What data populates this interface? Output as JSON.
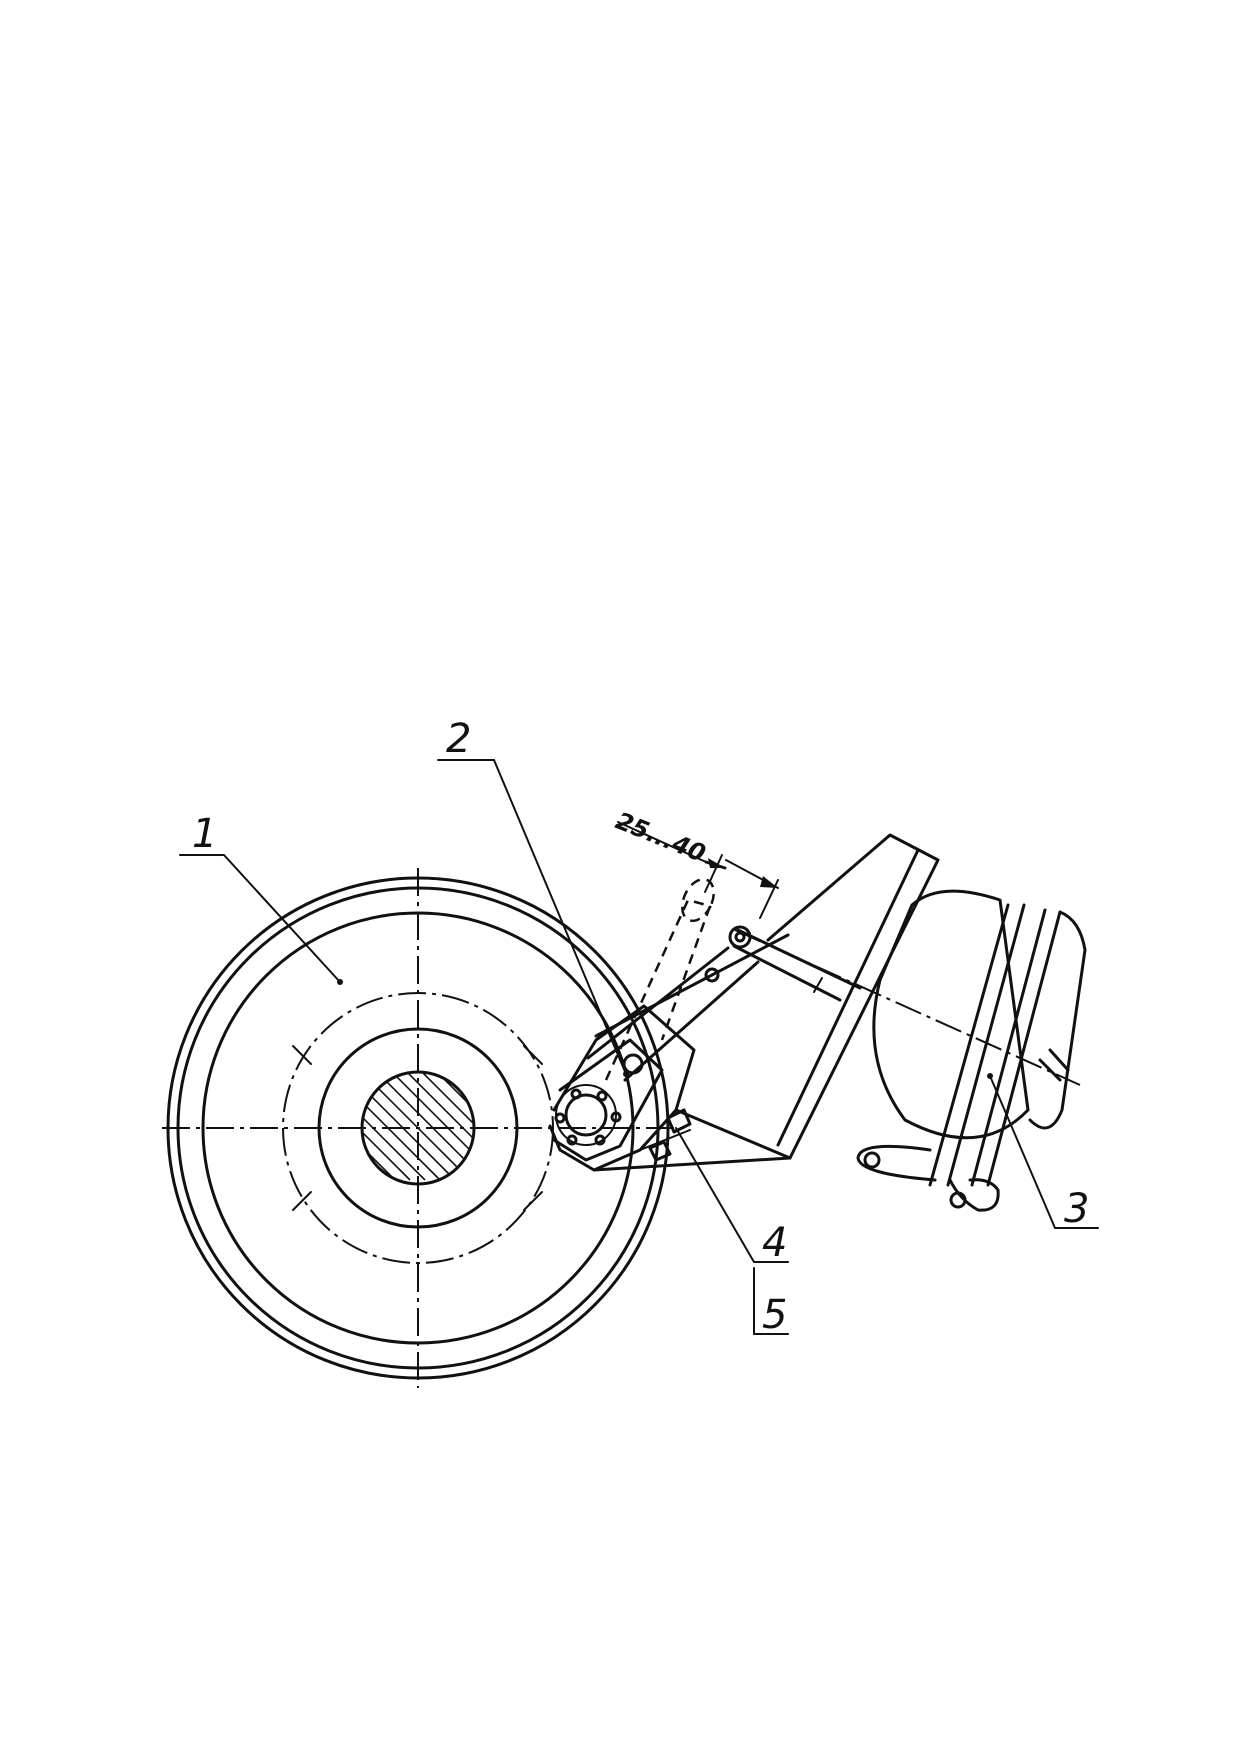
{
  "callouts": {
    "c1": "1",
    "c2": "2",
    "c3": "3",
    "c4": "4",
    "c5": "5"
  },
  "dimension": {
    "value": "25...40"
  },
  "colors": {
    "ink": "#111111",
    "paper": "#ffffff"
  }
}
